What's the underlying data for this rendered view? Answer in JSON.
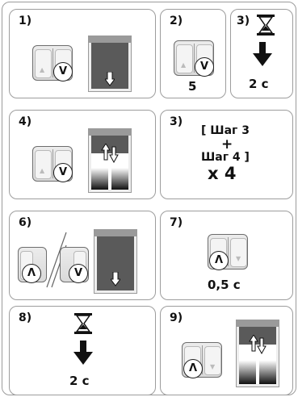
{
  "steps": {
    "s1": {
      "label": "1)",
      "switch_key": "V"
    },
    "s2": {
      "label": "2)",
      "switch_key": "V",
      "count": "5"
    },
    "s3": {
      "label": "3)",
      "duration": "2 с"
    },
    "s4": {
      "label": "4)",
      "switch_key": "V"
    },
    "s5": {
      "label": "3)",
      "line1": "[ Шаг 3",
      "plus": "+",
      "line2": "Шаг 4 ]",
      "repeat": "x 4"
    },
    "s6": {
      "label": "6)",
      "left_key": "Λ",
      "right_key": "V"
    },
    "s7": {
      "label": "7)",
      "switch_key": "Λ",
      "duration": "0,5 с"
    },
    "s8": {
      "label": "8)",
      "duration": "2 с"
    },
    "s9": {
      "label": "9)",
      "switch_key": "Λ"
    }
  },
  "icons": [
    "hourglass-icon",
    "down-arrow-icon",
    "up-down-arrow-icon",
    "slash-icon"
  ]
}
